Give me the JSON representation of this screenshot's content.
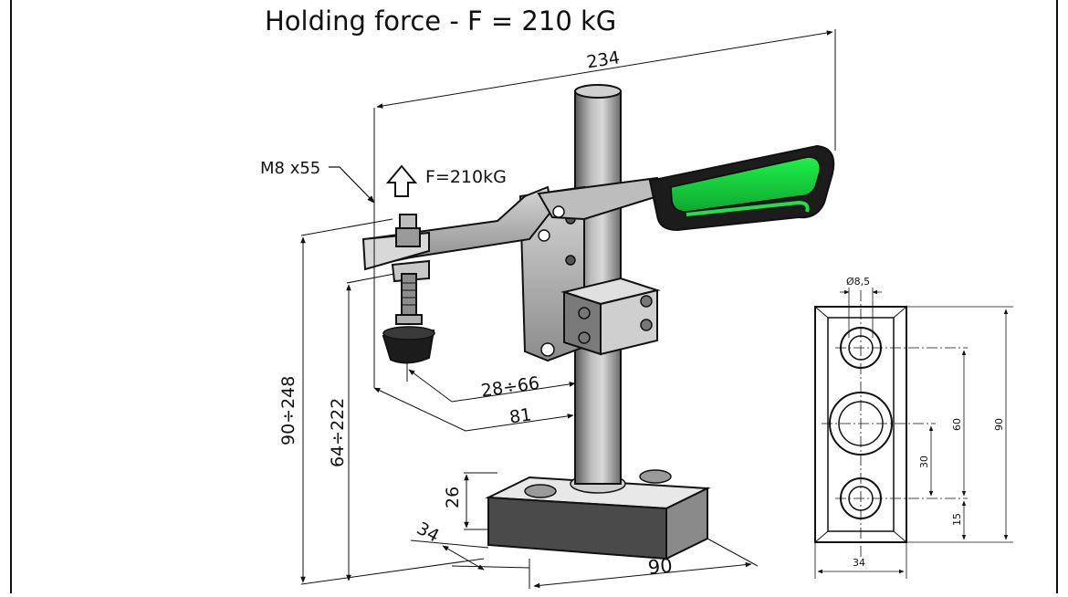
{
  "title": "Holding force - F = 210 kG",
  "force_label": "F=210kG",
  "screw_label": "M8 x55",
  "dims": {
    "overall_length": "234",
    "height_range": "90÷248",
    "spindle_height_range": "64÷222",
    "reach_range": "28÷66",
    "reach": "81",
    "base_height": "26",
    "base_width": "34",
    "base_length": "90"
  },
  "base_view": {
    "hole_dia": "Ø8,5",
    "height": "90",
    "hole_spacing": "60",
    "center_offset": "30",
    "edge_offset": "15",
    "width": "34"
  },
  "colors": {
    "handle_green": "#22e04a",
    "handle_dark": "#1c1c1c",
    "metal": "#b8b8b8",
    "metal_dark": "#6e6e6e"
  }
}
